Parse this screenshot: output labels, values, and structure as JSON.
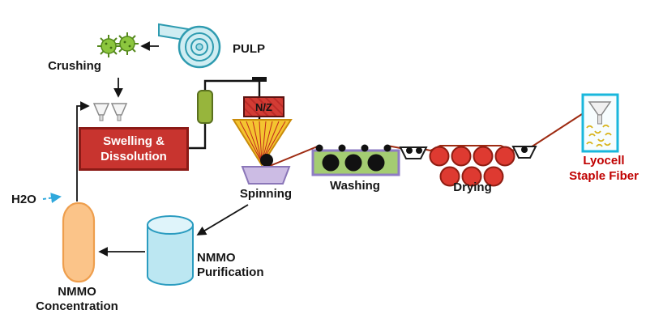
{
  "diagram": {
    "labels": {
      "crushing": "Crushing",
      "pulp": "PULP",
      "swelling_line1": "Swelling &",
      "swelling_line2": "Dissolution",
      "nz": "N/Z",
      "spinning": "Spinning",
      "washing": "Washing",
      "drying": "Drying",
      "lyocell_line1": "Lyocell",
      "lyocell_line2": "Staple Fiber",
      "h2o": "H2O",
      "nmmo_concentration_line1": "NMMO",
      "nmmo_concentration_line2": "Concentration",
      "nmmo_purification_line1": "NMMO",
      "nmmo_purification_line2": "Purification"
    },
    "colors": {
      "process_box_red": "#C8342F",
      "process_box_border": "#8B1A16",
      "nz_box_red": "#CE3433",
      "spinneret_yellow": "#F4C430",
      "filament_red": "#C0281C",
      "bath_green": "#A4CC72",
      "bath_border_purple": "#8E7CC3",
      "godet_trapezoid_purple": "#CCBCE4",
      "drying_roller_red": "#DE3A31",
      "lyocell_box_cyan": "#19B7DC",
      "lyocell_text_red": "#C00000",
      "thread_red": "#9E2B12",
      "vessel_orange": "#FBC489",
      "cylinder_cyan": "#BCE7F2",
      "pulp_roll_cyan": "#CFEDF2",
      "crushed_pulp_green": "#8CC63E",
      "h2o_arrow_cyan": "#2FA8DC"
    }
  }
}
